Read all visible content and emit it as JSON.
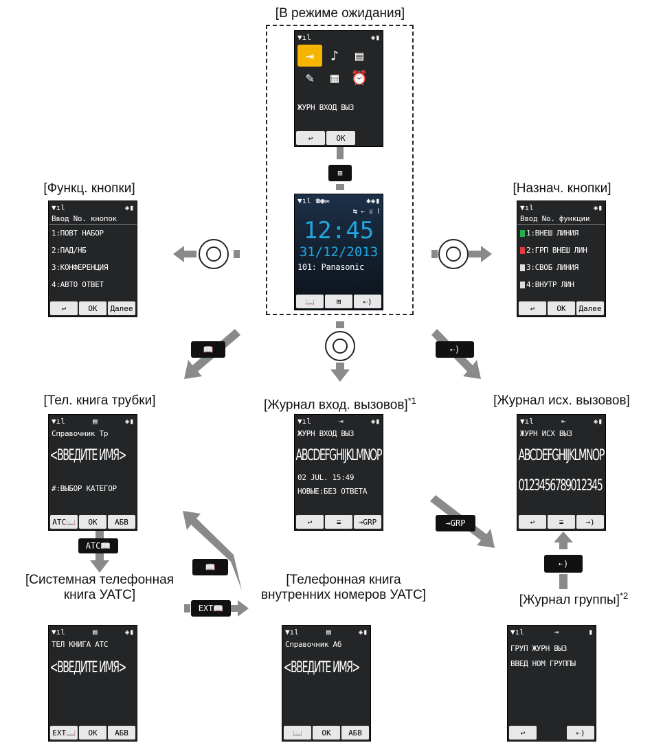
{
  "captions": {
    "standby": "[В режиме ожидания]",
    "func_keys": "[Функц. кнопки]",
    "assign_keys": "[Назнач. кнопки]",
    "phonebook": "[Тел. книга трубки]",
    "incoming_log": "[Журнал вход. вызовов]",
    "incoming_note": "*1",
    "outgoing_log": "[Журнал исх. вызовов]",
    "system_pb_l1": "[Системная телефонная",
    "system_pb_l2": "книга УАТС]",
    "ext_pb_l1": "[Телефонная книга",
    "ext_pb_l2": "внутренних номеров УАТС]",
    "group_log": "[Журнал группы]",
    "group_note": "*2"
  },
  "screens": {
    "menu": {
      "line": "ЖУРН ВХОД ВЫЗ",
      "soft": [
        "↩",
        "OK"
      ]
    },
    "standby": {
      "time": "12:45",
      "date": "31/12/2013",
      "ext": "101: Panasonic",
      "soft": [
        "📖",
        "⊞",
        "⇠)"
      ]
    },
    "func": {
      "header": "Ввод No. кнопок",
      "items": [
        "1:ПОВТ НАБОР",
        "2:ПАД/НБ",
        "3:КОНФЕРЕНЦИЯ",
        "4:АВТО ОТВЕТ"
      ],
      "soft": [
        "↩",
        "OK",
        "Далее"
      ]
    },
    "assign": {
      "header": "Ввод No. функции",
      "items": [
        "1:ВНЕШ ЛИНИЯ",
        "2:ГРП ВНЕШ ЛИН",
        "3:СВОБ ЛИНИЯ",
        "4:ВНУТР ЛИН"
      ],
      "soft": [
        "↩",
        "OK",
        "Далее"
      ]
    },
    "phonebook": {
      "title": "Справочник Тр",
      "prompt": "<ВВЕДИТЕ ИМЯ>",
      "hint": "#:ВЫБОР КАТЕГОР",
      "soft": [
        "АТС📖",
        "OK",
        "АБВ"
      ]
    },
    "incoming": {
      "title": "ЖУРН ВХОД ВЫЗ",
      "big": "ABCDEFGHIJKLMNOP",
      "l1": "02 JUL. 15:49",
      "l2": "НОВЫЕ:БЕЗ ОТВЕТА",
      "soft": [
        "↩",
        "≡",
        "→GRP"
      ]
    },
    "outgoing": {
      "title": "ЖУРН ИСХ ВЫЗ",
      "big1": "ABCDEFGHIJKLMNOP",
      "big2": "0123456789012345",
      "soft": [
        "↩",
        "≡",
        "→)"
      ]
    },
    "system": {
      "title": "ТЕЛ КНИГА АТС",
      "prompt": "<ВВЕДИТЕ ИМЯ>",
      "soft": [
        "EXT📖",
        "OK",
        "АБВ"
      ]
    },
    "ext": {
      "title": "Справочник Аб",
      "prompt": "<ВВЕДИТЕ ИМЯ>",
      "soft": [
        "📖",
        "OK",
        "АБВ"
      ]
    },
    "group": {
      "title": "ГРУП ЖУРН ВЫЗ",
      "line": "ВВЕД НОМ ГРУППЫ",
      "soft": [
        "↩",
        "⇠)"
      ]
    }
  },
  "keys": {
    "menu": "⊞",
    "book_left": "📖",
    "call_right": "⇠)",
    "atc": "АТС📖",
    "book_mid": "📖",
    "grp": "→GRP",
    "ext": "EXT📖",
    "call_up": "⇠)"
  },
  "colors": {
    "screen_bg": "#232527",
    "accent_yellow": "#f5b400",
    "time_blue": "#1fa7e0",
    "green": "#1db34a",
    "red": "#e23b3b"
  }
}
